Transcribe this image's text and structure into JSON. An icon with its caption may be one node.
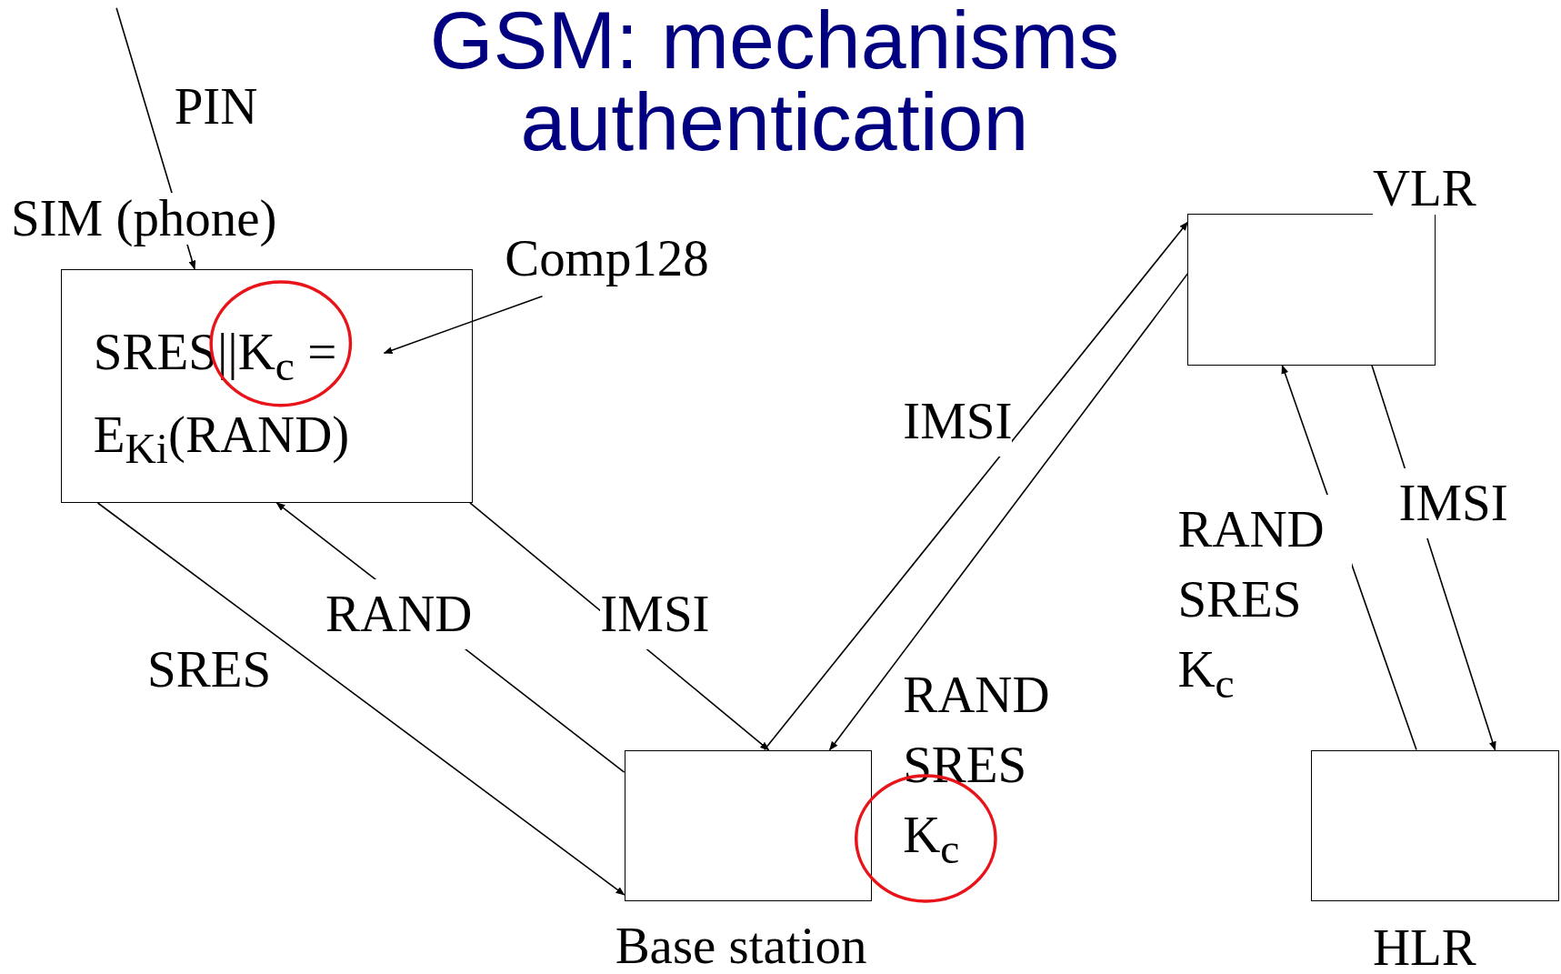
{
  "diagram": {
    "title": "GSM: mechanisms authentication",
    "nodes": [
      {
        "text": [
          "SIM (phone)"
        ]
      },
      {
        "text": [
          "SRES||K$_{c}$ = E$_{Ki}$(RAND)"
        ],
        "in": 0
      },
      {
        "text": [
          "Comp128"
        ]
      },
      {
        "text": [
          "VLR"
        ]
      },
      {
        "text": [
          "Base station"
        ]
      },
      {
        "text": [
          "HLR"
        ]
      }
    ],
    "edges": [
      {
        "from": null,
        "to": 0,
        "arrow": "to",
        "label": "PIN"
      },
      {
        "from": 0,
        "to": 4,
        "arrow": "to",
        "label": "SRES"
      },
      {
        "from": 4,
        "to": 0,
        "arrow": "to",
        "label": "RAND"
      },
      {
        "from": 0,
        "to": 4,
        "arrow": "to",
        "label": "IMSI"
      },
      {
        "from": 4,
        "to": 3,
        "arrow": "to",
        "label": "IMSI"
      },
      {
        "from": 3,
        "to": 4,
        "arrow": "to",
        "label": "RAND SRES K$_{c}$"
      },
      {
        "from": 5,
        "to": 3,
        "arrow": "to",
        "label": "RAND SRES K$_{c}$"
      },
      {
        "from": 3,
        "to": 5,
        "arrow": "to",
        "label": "IMSI"
      },
      {
        "from": 2,
        "to": 1,
        "arrow": "to"
      }
    ]
  }
}
